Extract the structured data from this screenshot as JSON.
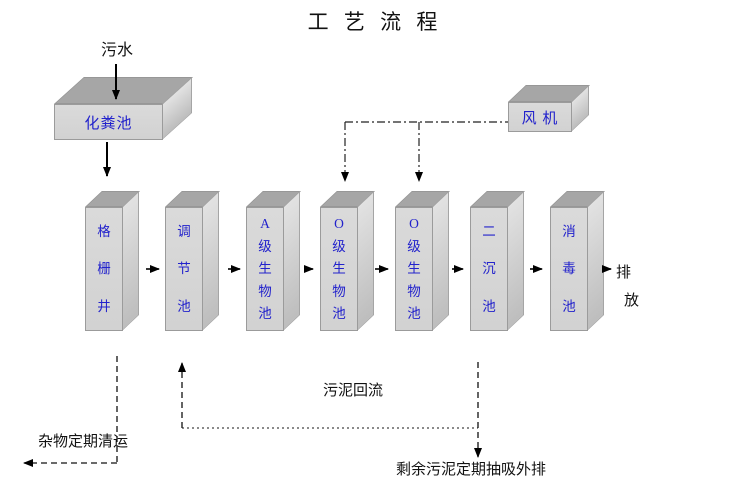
{
  "title": "工 艺 流 程",
  "labels": {
    "influent": "污水",
    "discharge_line1": "排",
    "discharge_line2": "放",
    "sludge_return": "污泥回流",
    "debris_removal": "杂物定期清运",
    "excess_sludge_discharge": "剩余污泥定期抽吸外排"
  },
  "boxes": {
    "septic_tank": "化粪池",
    "fan": "风 机"
  },
  "tanks": [
    {
      "label": "格栅井"
    },
    {
      "label": "调节池"
    },
    {
      "label": "A级生物池"
    },
    {
      "label": "O级生物池"
    },
    {
      "label": "O级生物池"
    },
    {
      "label": "二沉池"
    },
    {
      "label": "消毒池"
    }
  ],
  "colors": {
    "background": "#ffffff",
    "box_front": "#d2d2d2",
    "box_top": "#a6a6a6",
    "box_side": "#e2e2e2",
    "label_text": "#2222cc",
    "line": "#000000"
  }
}
